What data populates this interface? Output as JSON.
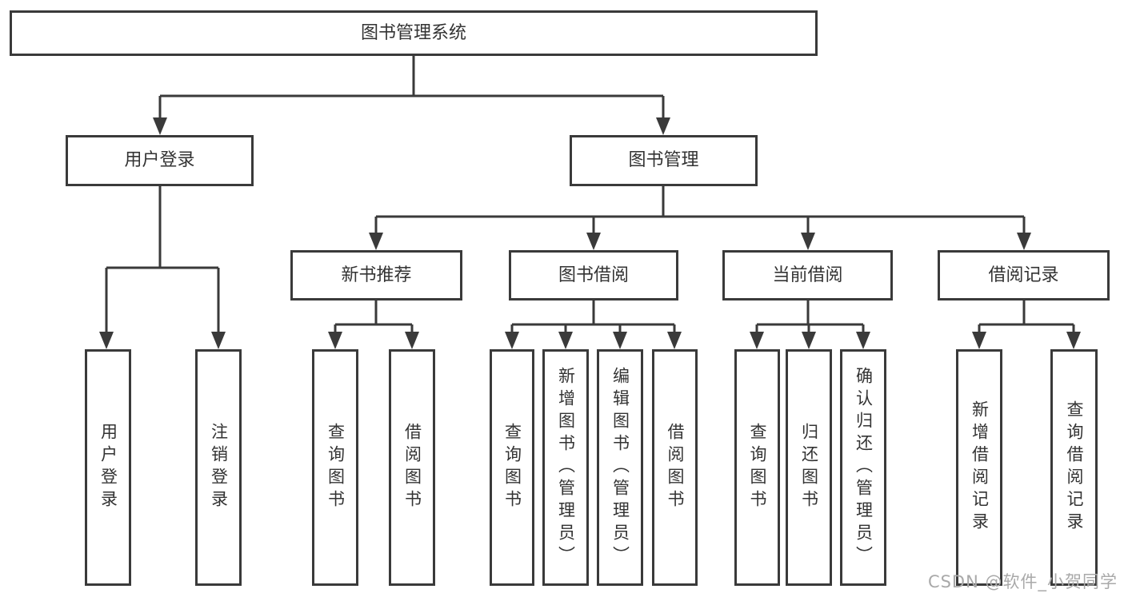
{
  "title": "图书管理系统",
  "watermark": "CSDN @软件_小贺同学",
  "colors": {
    "line": "#3a3a3a",
    "box_border": "#3a3a3a",
    "text": "#333333",
    "watermark_text": "#a9a9a9",
    "background": "#ffffff"
  },
  "nodes": {
    "root": {
      "label": "图书管理系统"
    },
    "level2": {
      "user_login": {
        "label": "用户登录"
      },
      "book_management": {
        "label": "图书管理"
      }
    },
    "level3": {
      "new_book_recommend": {
        "label": "新书推荐"
      },
      "book_borrow": {
        "label": "图书借阅"
      },
      "current_borrow": {
        "label": "当前借阅"
      },
      "borrow_record": {
        "label": "借阅记录"
      }
    },
    "leaves": {
      "user_login": {
        "label": "用户登录"
      },
      "logout": {
        "label": "注销登录"
      },
      "recommend_query_book": {
        "label": "查询图书"
      },
      "recommend_borrow_book": {
        "label": "借阅图书"
      },
      "borrow_query_book": {
        "label": "查询图书"
      },
      "borrow_add_book_admin": {
        "label": "新增图书（管理员）"
      },
      "borrow_edit_book_admin": {
        "label": "编辑图书（管理员）"
      },
      "borrow_borrow_book": {
        "label": "借阅图书"
      },
      "current_query_book": {
        "label": "查询图书"
      },
      "current_return_book": {
        "label": "归还图书"
      },
      "current_confirm_return_admin": {
        "label": "确认归还（管理员）"
      },
      "record_add_record": {
        "label": "新增借阅记录"
      },
      "record_query_record": {
        "label": "查询借阅记录"
      }
    }
  }
}
